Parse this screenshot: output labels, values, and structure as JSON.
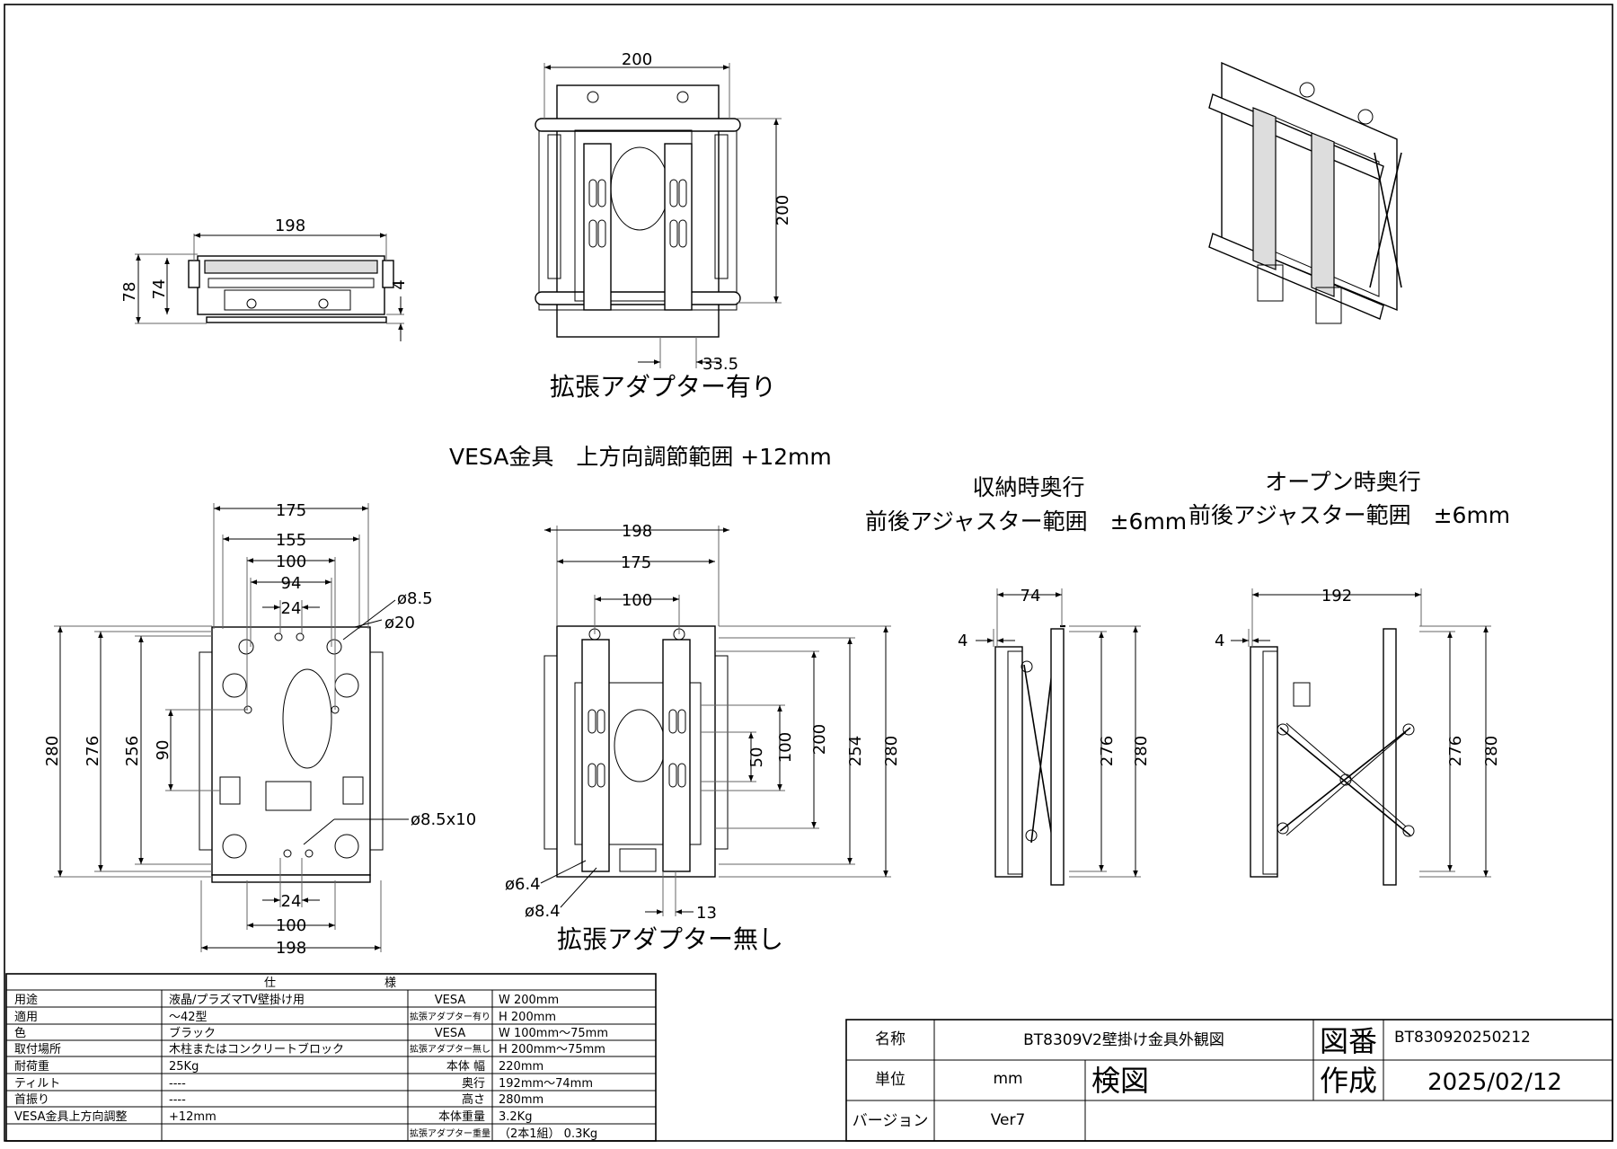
{
  "top_adapter_view": {
    "dim_width": "200",
    "dim_height": "200",
    "dim_offset": "33.5",
    "caption": "拡張アダプター有り"
  },
  "side_top_view": {
    "dim_width": "198",
    "dim_78": "78",
    "dim_74": "74",
    "dim_4": "4"
  },
  "vesa_note": "VESA金具　上方向調節範囲 +12mm",
  "stored_note": [
    "収納時奥行",
    "前後アジャスター範囲　±6mm"
  ],
  "open_note": [
    "オープン時奥行",
    "前後アジャスター範囲　±6mm"
  ],
  "front_view": {
    "dims_top": [
      "175",
      "155",
      "100",
      "94",
      "24"
    ],
    "hole_large": "ø8.5",
    "hole_small": "ø20",
    "dims_left": [
      "280",
      "276",
      "256",
      "90"
    ],
    "hole_slot": "ø8.5x10",
    "dims_bottom": [
      "24",
      "100",
      "198"
    ]
  },
  "adapter_less_view": {
    "dims_top": [
      "198",
      "175",
      "100"
    ],
    "dims_right": [
      "50",
      "100",
      "200",
      "254",
      "280"
    ],
    "hole_a": "ø6.4",
    "hole_b": "ø8.4",
    "dim_13": "13",
    "caption": "拡張アダプター無し"
  },
  "stored_side_view": {
    "dim_74": "74",
    "dim_4": "4",
    "dim_276": "276",
    "dim_280": "280"
  },
  "open_side_view": {
    "dim_192": "192",
    "dim_4": "4",
    "dim_276": "276",
    "dim_280": "280"
  },
  "spec_table": {
    "title": [
      "仕",
      "様"
    ],
    "left_rows": [
      {
        "label": "用途",
        "value": "液晶/プラズマTV壁掛け用"
      },
      {
        "label": "適用",
        "value": "～42型"
      },
      {
        "label": "色",
        "value": "ブラック"
      },
      {
        "label": "取付場所",
        "value": "木柱またはコンクリートブロック"
      },
      {
        "label": "耐荷重",
        "value": "25Kg"
      },
      {
        "label": "ティルト",
        "value": "----"
      },
      {
        "label": "首振り",
        "value": "----"
      },
      {
        "label": "VESA金具上方向調整",
        "value": "+12mm"
      }
    ],
    "right_rows": [
      {
        "label": "VESA",
        "value": "W  200mm"
      },
      {
        "label": "拡張アダプター有り",
        "value": "H  200mm"
      },
      {
        "label": "VESA",
        "value": "W  100mm～75mm"
      },
      {
        "label": "拡張アダプター無し",
        "value": "H  200mm～75mm"
      },
      {
        "label": "本体  幅",
        "value": "220mm"
      },
      {
        "label": "奥行",
        "value": "192mm～74mm"
      },
      {
        "label": "高さ",
        "value": "280mm"
      },
      {
        "label": "本体重量",
        "value": "3.2Kg"
      },
      {
        "label": "拡張アダプター重量",
        "value": "（2本1組） 0.3Kg"
      }
    ]
  },
  "title_block": {
    "name_label": "名称",
    "name_value": "BT8309V2壁掛け金具外観図",
    "drawing_no_label": "図番",
    "drawing_no_value": "BT830920250212",
    "unit_label": "単位",
    "unit_value": "mm",
    "check_label": "検図",
    "made_label": "作成",
    "date_value": "2025/02/12",
    "version_label": "バージョン",
    "version_value": "Ver7"
  }
}
